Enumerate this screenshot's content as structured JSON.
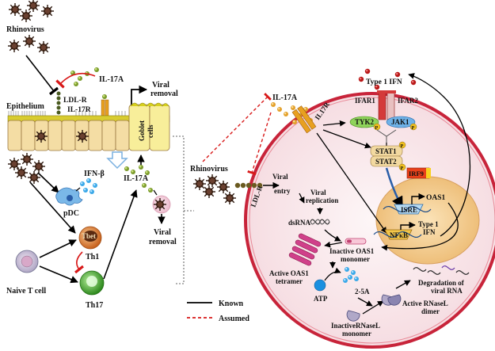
{
  "labels": {
    "rhinovirus_left": "Rhinovirus",
    "il17a_top": "IL-17A",
    "viral_removal_top": "Viral\nremoval",
    "ldlr_left": "LDL-R",
    "il17r_left": "IL-17R",
    "epithelium": "Epithelium",
    "goblet_cells": "Goblet\ncells",
    "ifn_beta": "IFN-β",
    "pdc": "pDC",
    "il17a_mid": "IL-17A",
    "viral_removal_mid": "Viral\nremoval",
    "tbet": "Tbet",
    "th1": "Th1",
    "naive_t_cell": "Naive T cell",
    "th17": "Th17",
    "il17a_right": "IL-17A",
    "rhinovirus_right": "Rhinovirus",
    "ldlr_right": "LDL-R",
    "il17r_right": "IL17R",
    "type1_ifn_top": "Type 1 IFN",
    "ifar1": "IFAR1",
    "ifar2": "IFAR2",
    "tyk2": "TYK2",
    "jak1": "JAK1",
    "p": "P",
    "stat1": "STAT1",
    "stat2": "STAT2",
    "irf9": "IRF9",
    "viral_entry": "Viral\nentry",
    "viral_replication": "Viral\nreplication",
    "dsrna": "dsRNA",
    "oas1": "OAS1",
    "isre": "ISRE",
    "type1_ifn_nuc": "Type 1\nIFN",
    "nfkb": "NFκB",
    "inactive_oas1": "Inactive OAS1\nmonomer",
    "active_oas1": "Active OAS1\ntetramer",
    "atp": "ATP",
    "two5a": "2-5A",
    "degradation": "Degradation  of\nviral RNA",
    "active_rnasel": "Active RNaseL\ndimer",
    "inactive_rnasel": "InactiveRNaseL\nmonomer"
  },
  "legend": {
    "known": "Known",
    "assumed": "Assumed"
  },
  "colors": {
    "virus": "#3a2418",
    "cell_membrane": "#c8243a",
    "cytoplasm": "#fbeef0",
    "nucleus": "#f3c98a",
    "epithelium": "#f4dda4",
    "mucus": "#d6cf1e",
    "receptor_orange": "#e8a020",
    "ifn_receptor": "#d43a3a",
    "tyk2": "#8fd45a",
    "jak1": "#6fb2e8",
    "stat": "#f2d9a0",
    "irf9": "#e23a1a",
    "oas1_pink": "#d0408a",
    "atp_blue": "#1a90e0",
    "th1": "#e89a5a",
    "th17": "#58b83a",
    "pdc": "#5a9ad8"
  }
}
